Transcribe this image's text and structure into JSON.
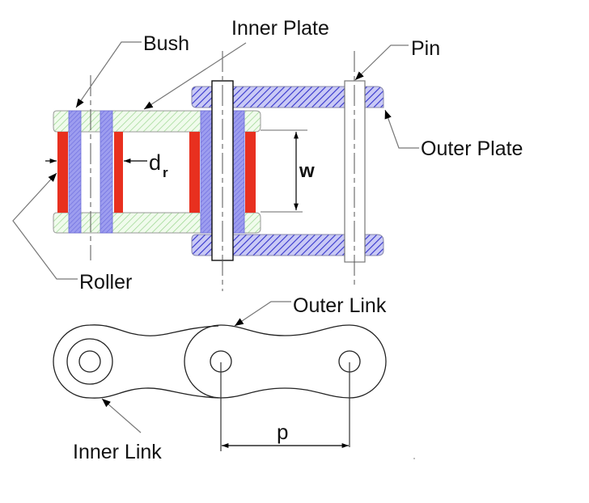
{
  "diagram": {
    "title": "Roller chain construction",
    "labels": {
      "bush": "Bush",
      "inner_plate": "Inner Plate",
      "pin": "Pin",
      "outer_plate": "Outer Plate",
      "roller": "Roller",
      "outer_link": "Outer Link",
      "inner_link": "Inner Link"
    },
    "dimensions": {
      "roller_diameter_symbol": "d",
      "roller_diameter_subscript": "r",
      "width_symbol": "w",
      "pitch_symbol": "p"
    },
    "colors": {
      "roller": "#e8301f",
      "bush": "#8a8ae8",
      "bush_hatch": "#b8b8f2",
      "outer_plate": "#3a3ad0",
      "outer_plate_bg": "#c8c8f4",
      "inner_plate": "#a8e0a0",
      "inner_plate_bg": "#eefbe9"
    }
  }
}
